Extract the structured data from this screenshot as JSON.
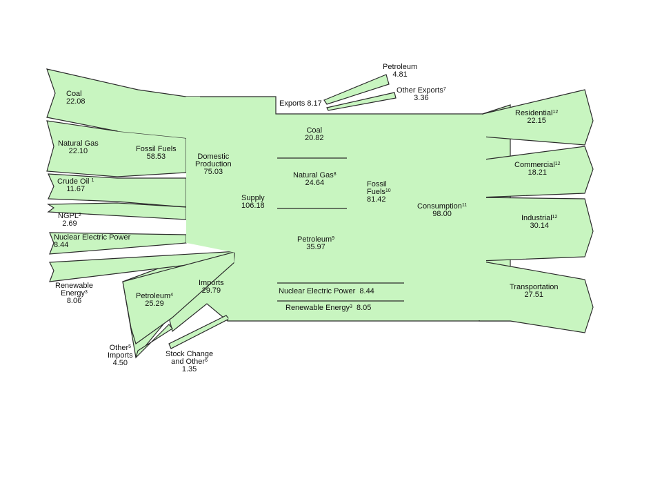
{
  "sources": {
    "coal": {
      "name": "Coal",
      "value": "22.08"
    },
    "natural_gas": {
      "name": "Natural Gas",
      "value": "22.10"
    },
    "crude_oil": {
      "name": "Crude Oil",
      "sup": "1",
      "value": "11.67"
    },
    "ngpl": {
      "name": "NGPL",
      "sup": "2",
      "value": "2.69"
    },
    "nuclear": {
      "name": "Nuclear Electric Power",
      "value": "8.44"
    },
    "renewable": {
      "name1": "Renewable",
      "name2": "Energy",
      "sup": "3",
      "value": "8.06"
    }
  },
  "fossil_fuels": {
    "name": "Fossil Fuels",
    "value": "58.53"
  },
  "domestic_production": {
    "name1": "Domestic",
    "name2": "Production",
    "value": "75.03"
  },
  "imports": {
    "name": "Imports",
    "value": "29.79",
    "petroleum": {
      "name": "Petroleum",
      "sup": "4",
      "value": "25.29"
    },
    "other": {
      "name1": "Other",
      "sup": "5",
      "name2": "Imports",
      "value": "4.50"
    }
  },
  "stock_change": {
    "name1": "Stock Change",
    "name2": "and Other",
    "sup": "6",
    "value": "1.35"
  },
  "supply": {
    "name": "Supply",
    "value": "106.18"
  },
  "exports": {
    "name": "Exports",
    "value": "8.17",
    "petroleum": {
      "name": "Petroleum",
      "value": "4.81"
    },
    "other": {
      "name": "Other Exports",
      "sup": "7",
      "value": "3.36"
    }
  },
  "core": {
    "coal": {
      "name": "Coal",
      "value": "20.82"
    },
    "natural_gas": {
      "name": "Natural Gas",
      "sup": "8",
      "value": "24.64"
    },
    "petroleum": {
      "name": "Petroleum",
      "sup": "9",
      "value": "35.97"
    },
    "fossil_fuels": {
      "name1": "Fossil",
      "name2": "Fuels",
      "sup": "10",
      "value": "81.42"
    },
    "nuclear": {
      "name": "Nuclear Electric Power",
      "value": "8.44"
    },
    "renewable": {
      "name": "Renewable Energy",
      "sup": "3",
      "value": "8.05"
    }
  },
  "consumption": {
    "name": "Consumption",
    "sup": "11",
    "value": "98.00"
  },
  "sectors": {
    "residential": {
      "name": "Residential",
      "sup": "12",
      "value": "22.15"
    },
    "commercial": {
      "name": "Commercial",
      "sup": "12",
      "value": "18.21"
    },
    "industrial": {
      "name": "Industrial",
      "sup": "12",
      "value": "30.14"
    },
    "transportation": {
      "name": "Transportation",
      "value": "27.51"
    }
  },
  "colors": {
    "fill": "#c8f5c0",
    "stroke": "#2b2b2b"
  }
}
